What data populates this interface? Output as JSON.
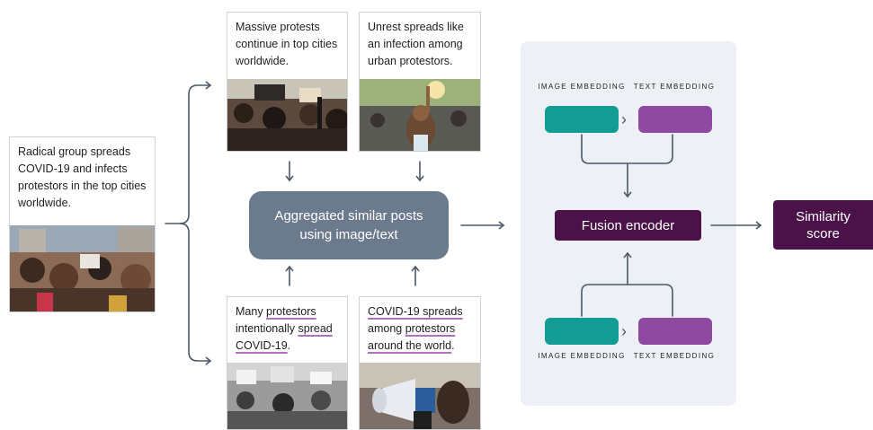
{
  "source_card": {
    "text": "Radical group spreads COVID-19 and infects protestors in the top cities worldwide."
  },
  "similar_cards": [
    {
      "text": "Massive protests continue in top cities worldwide."
    },
    {
      "text": "Unrest spreads like an infection among urban protestors."
    }
  ],
  "misinfo_cards": [
    {
      "parts": [
        {
          "t": "Many ",
          "u": false
        },
        {
          "t": "protestors",
          "u": true
        },
        {
          "t": " intentionally ",
          "u": false
        },
        {
          "t": "spread",
          "u": true
        },
        {
          "t": " ",
          "u": false
        },
        {
          "t": "COVID-19",
          "u": true
        },
        {
          "t": ".",
          "u": false
        }
      ]
    },
    {
      "parts": [
        {
          "t": "COVID-19 spreads",
          "u": true
        },
        {
          "t": " among ",
          "u": false
        },
        {
          "t": "protestors",
          "u": true
        },
        {
          "t": " around the world",
          "u": true
        },
        {
          "t": ".",
          "u": false
        }
      ]
    }
  ],
  "aggregator": {
    "label": "Aggregated similar posts using image/text"
  },
  "embeddings": {
    "top": {
      "image_label": "IMAGE EMBEDDING",
      "text_label": "TEXT EMBEDDING"
    },
    "bottom": {
      "image_label": "IMAGE EMBEDDING",
      "text_label": "TEXT EMBEDDING"
    }
  },
  "fusion": {
    "label": "Fusion encoder"
  },
  "output": {
    "label": "Similarity score"
  },
  "colors": {
    "arrow": "#4b5966",
    "teal": "#139c94",
    "purple": "#8d4aa0",
    "dark_plum": "#4a1248",
    "aggregator": "#6b7a8c",
    "panel": "#edf1f5",
    "underline": "#b56fc0"
  }
}
